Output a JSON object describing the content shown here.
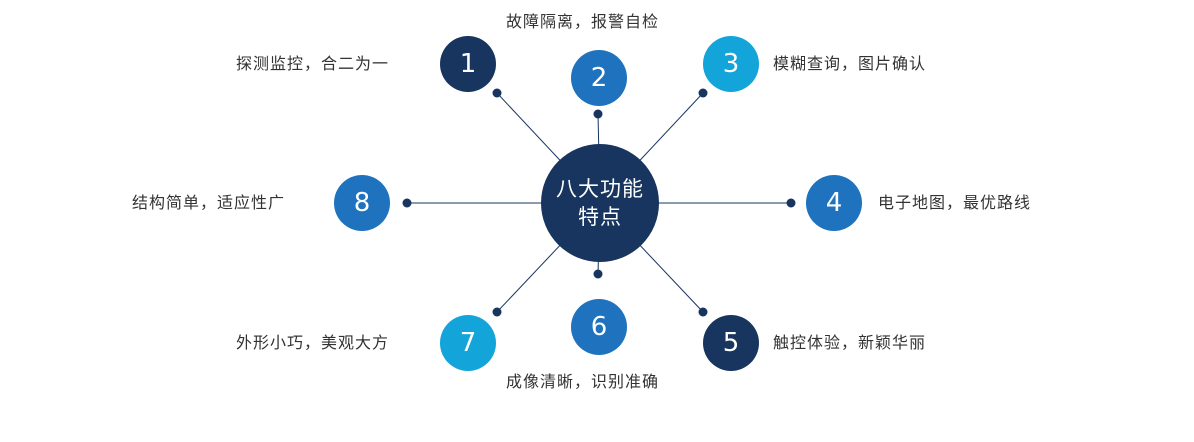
{
  "center": {
    "line1": "八大功能",
    "line2": "特点"
  },
  "colors": {
    "dark": "#17355f",
    "mid": "#1f73be",
    "light": "#13a4d9",
    "line": "#17355f"
  },
  "nodes": [
    {
      "num": "1",
      "text": "探测监控，合二为一",
      "color": "dark"
    },
    {
      "num": "2",
      "text": "故障隔离，报警自检",
      "color": "mid"
    },
    {
      "num": "3",
      "text": "模糊查询，图片确认",
      "color": "light"
    },
    {
      "num": "4",
      "text": "电子地图，最优路线",
      "color": "mid"
    },
    {
      "num": "5",
      "text": "触控体验，新颖华丽",
      "color": "dark"
    },
    {
      "num": "6",
      "text": "成像清晰，识别准确",
      "color": "mid"
    },
    {
      "num": "7",
      "text": "外形小巧，美观大方",
      "color": "light"
    },
    {
      "num": "8",
      "text": "结构简单，适应性广",
      "color": "mid"
    }
  ]
}
